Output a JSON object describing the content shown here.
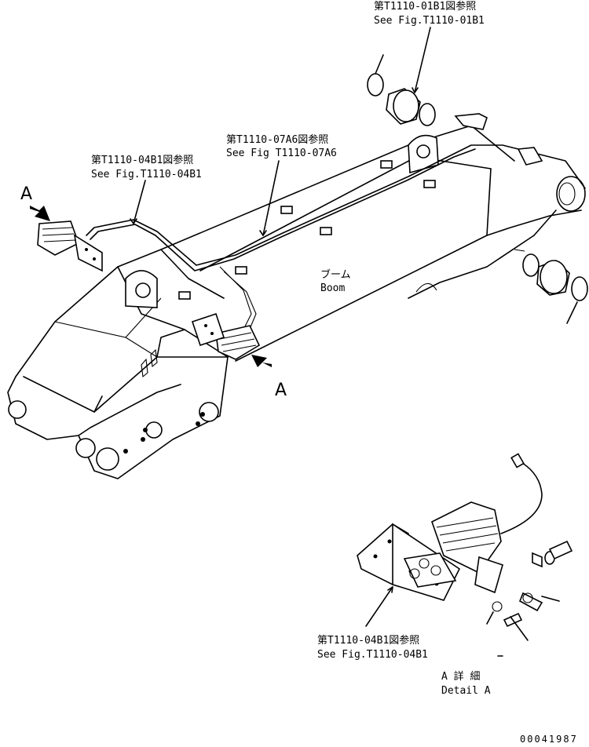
{
  "references": {
    "pin_top": {
      "jp": "第T1110-01B1図参照",
      "en": "See Fig.T1110-01B1"
    },
    "harness": {
      "jp": "第T1110-07A6図参照",
      "en": "See Fig T1110-07A6"
    },
    "light_left": {
      "jp": "第T1110-04B1図参照",
      "en": "See Fig.T1110-04B1"
    },
    "bracket_detail": {
      "jp": "第T1110-04B1図参照",
      "en": "See Fig.T1110-04B1"
    }
  },
  "boom": {
    "jp": "ブーム",
    "en": "Boom"
  },
  "view_marks": {
    "upper": "A",
    "lower": "A"
  },
  "detail": {
    "jp": "A 詳 細",
    "en": "Detail A"
  },
  "drawing_number": "00041987"
}
